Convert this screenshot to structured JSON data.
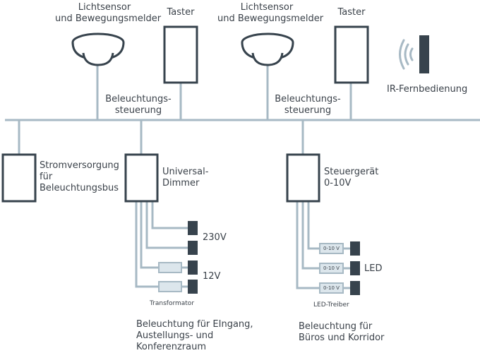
{
  "colors": {
    "line": "#a7b9c4",
    "device": "#37434d",
    "module_fill": "#dce6ec"
  },
  "sensor_1": {
    "label_line1": "Lichtsensor",
    "label_line2": "und Bewegungsmelder"
  },
  "taster_1": {
    "label": "Taster"
  },
  "sensor_2": {
    "label_line1": "Lichtsensor",
    "label_line2": "und Bewegungsmelder"
  },
  "taster_2": {
    "label": "Taster"
  },
  "ir_remote": {
    "label": "IR-Fernbedienung"
  },
  "bus_label_1": {
    "line1": "Beleuchtungs-",
    "line2": "steuerung"
  },
  "bus_label_2": {
    "line1": "Beleuchtungs-",
    "line2": "steuerung"
  },
  "power_supply": {
    "line1": "Stromversorgung",
    "line2": "für",
    "line3": "Beleuchtungsbus"
  },
  "dimmer": {
    "line1": "Universal-",
    "line2": "Dimmer",
    "label_230v": "230V",
    "label_12v": "12V",
    "transformer_label": "Transformator",
    "caption_line1": "Beleuchtung für EIngang,",
    "caption_line2": "Austellungs- und",
    "caption_line3": "Konferenzraum"
  },
  "controller": {
    "line1": "Steuergerät",
    "line2": "0-10V",
    "driver_label": "0-10 V",
    "led_label": "LED",
    "drivers_label": "LED-Treiber",
    "caption_line1": "Beleuchtung für",
    "caption_line2": "Büros und Korridor"
  }
}
